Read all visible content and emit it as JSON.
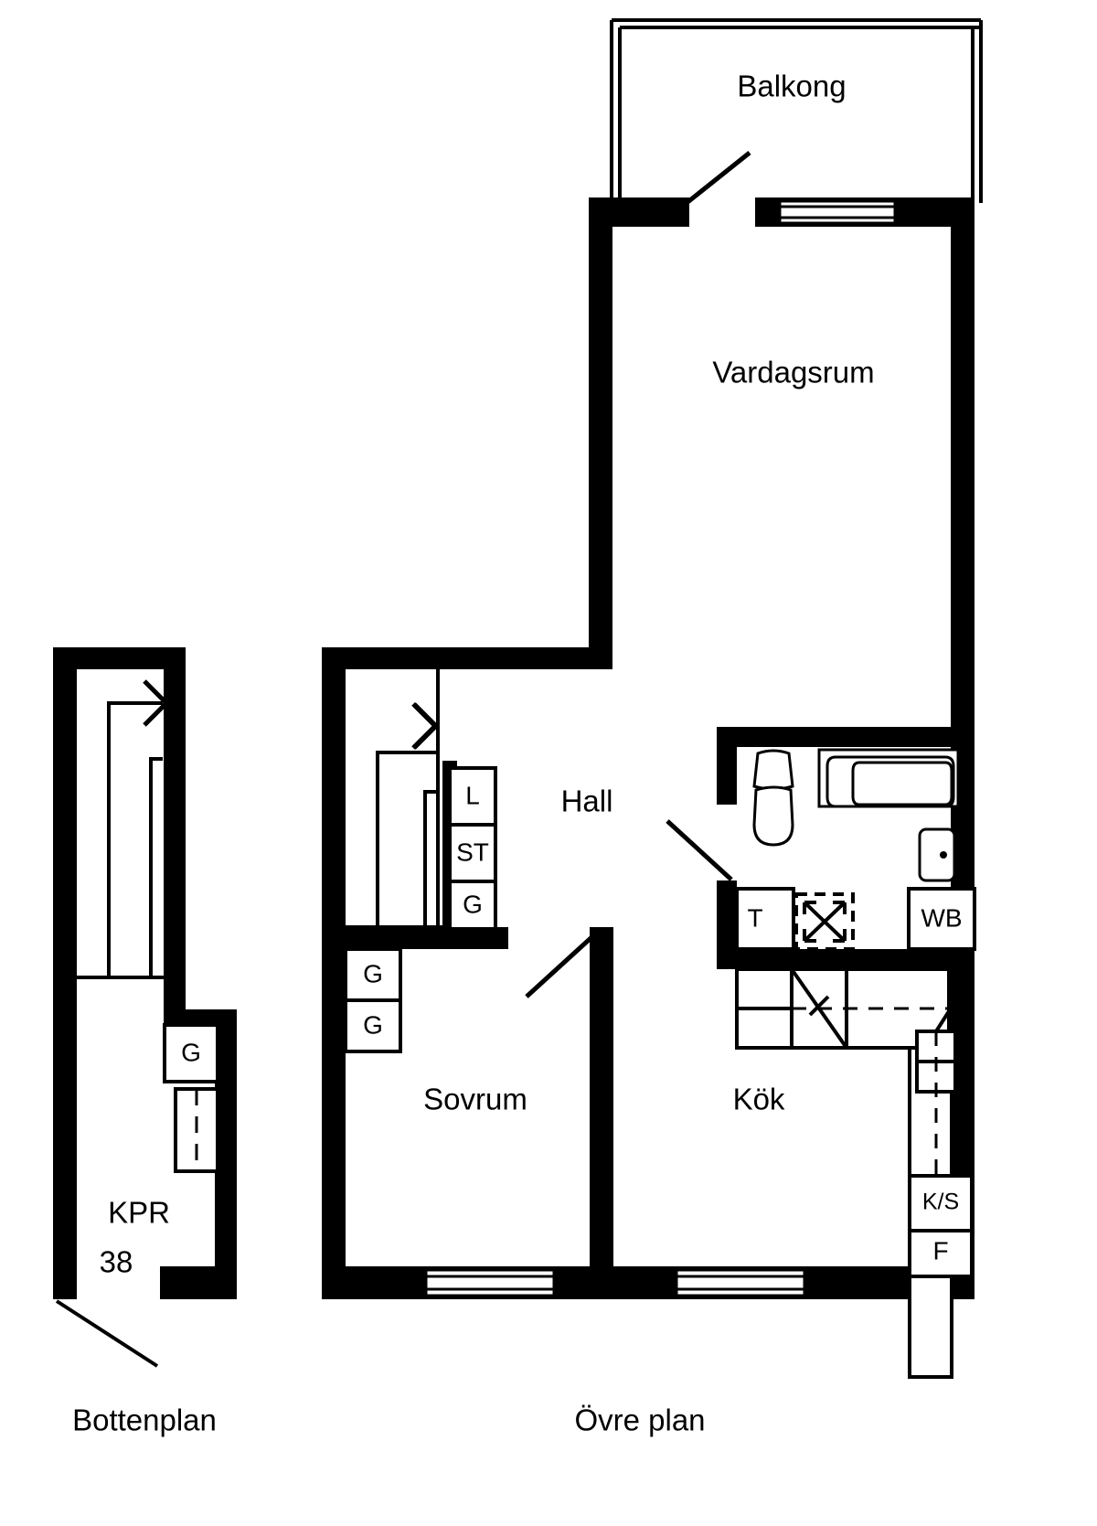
{
  "plan": {
    "title_bottom_floor": "Bottenplan",
    "title_upper_floor": "Övre plan"
  },
  "bottom_floor": {
    "name": "Bottenplan",
    "rooms": [
      {
        "key": "kpr",
        "label": "KPR",
        "number": "38"
      }
    ],
    "closets": [
      {
        "key": "g-kpr",
        "label": "G"
      }
    ],
    "features": [
      "stairs",
      "entry-door-swing",
      "radiator"
    ]
  },
  "upper_floor": {
    "name": "Övre plan",
    "rooms": [
      {
        "key": "balkong",
        "label": "Balkong"
      },
      {
        "key": "vardagsrum",
        "label": "Vardagsrum"
      },
      {
        "key": "hall",
        "label": "Hall"
      },
      {
        "key": "sovrum",
        "label": "Sovrum"
      },
      {
        "key": "kok",
        "label": "Kök"
      }
    ],
    "closets": [
      {
        "key": "l",
        "label": "L"
      },
      {
        "key": "st",
        "label": "ST"
      },
      {
        "key": "g-hall",
        "label": "G"
      },
      {
        "key": "g-sovrum-1",
        "label": "G"
      },
      {
        "key": "g-sovrum-2",
        "label": "G"
      }
    ],
    "fixtures": [
      {
        "key": "t",
        "label": "T"
      },
      {
        "key": "wb",
        "label": "WB"
      },
      {
        "key": "ks",
        "label": "K/S"
      },
      {
        "key": "f",
        "label": "F"
      },
      {
        "key": "toilet",
        "label": ""
      },
      {
        "key": "bathtub",
        "label": ""
      },
      {
        "key": "washbasin",
        "label": ""
      },
      {
        "key": "shower",
        "label": ""
      },
      {
        "key": "stove",
        "label": ""
      },
      {
        "key": "sink",
        "label": ""
      }
    ],
    "features": [
      "balcony-door",
      "balcony-window",
      "bedroom-window",
      "kitchen-window",
      "stairs",
      "door-swing"
    ]
  },
  "colors": {
    "wall": "#000000",
    "background": "#ffffff",
    "line": "#000000"
  }
}
